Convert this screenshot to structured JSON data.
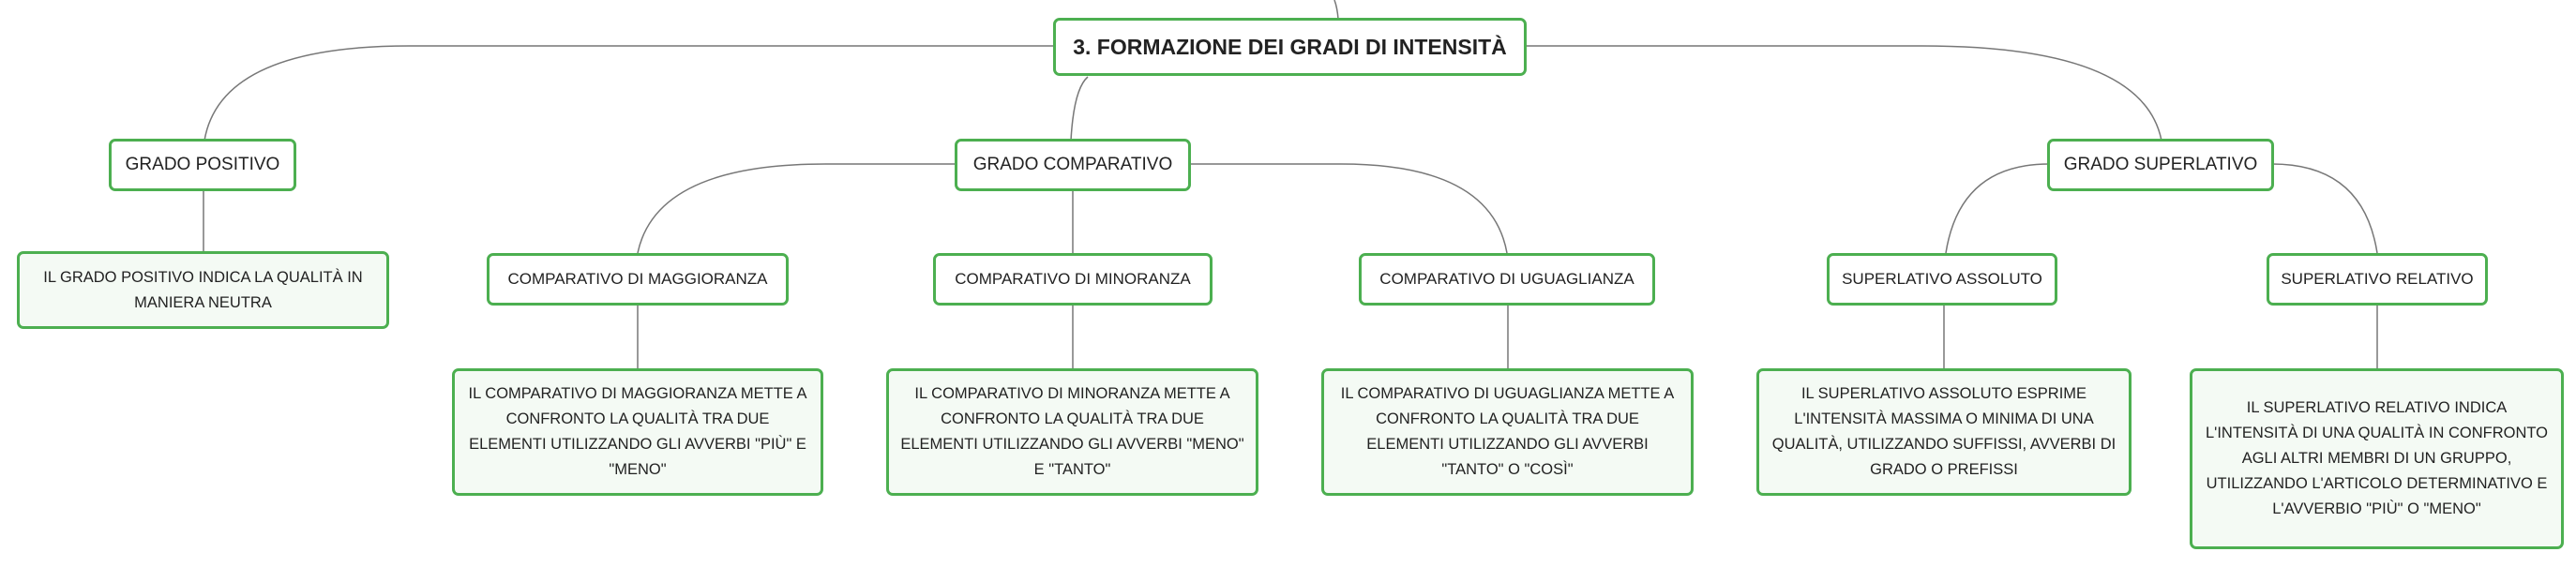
{
  "colors": {
    "border": "#4caf50",
    "leaf_fill": "#f4faf4",
    "line": "#777777",
    "text": "#222222"
  },
  "root": {
    "label": "3. FORMAZIONE DEI GRADI DI INTENSITÀ"
  },
  "grades": [
    {
      "label": "GRADO POSITIVO",
      "description": "IL GRADO POSITIVO INDICA LA QUALITÀ IN MANIERA NEUTRA"
    },
    {
      "label": "GRADO COMPARATIVO",
      "subtypes": [
        {
          "label": "COMPARATIVO DI MAGGIORANZA",
          "description": "IL COMPARATIVO DI MAGGIORANZA METTE A CONFRONTO LA QUALITÀ TRA DUE ELEMENTI UTILIZZANDO GLI AVVERBI \"PIÙ\" E \"MENO\""
        },
        {
          "label": "COMPARATIVO DI MINORANZA",
          "description": "IL COMPARATIVO DI MINORANZA METTE A CONFRONTO LA QUALITÀ TRA DUE ELEMENTI UTILIZZANDO GLI AVVERBI \"MENO\" E \"TANTO\""
        },
        {
          "label": "COMPARATIVO DI UGUAGLIANZA",
          "description": "IL COMPARATIVO DI UGUAGLIANZA METTE A CONFRONTO LA QUALITÀ TRA DUE ELEMENTI UTILIZZANDO GLI AVVERBI \"TANTO\" O \"COSÌ\""
        }
      ]
    },
    {
      "label": "GRADO SUPERLATIVO",
      "subtypes": [
        {
          "label": "SUPERLATIVO ASSOLUTO",
          "description": "IL SUPERLATIVO ASSOLUTO ESPRIME L'INTENSITÀ MASSIMA O MINIMA DI UNA QUALITÀ, UTILIZZANDO SUFFISSI, AVVERBI DI GRADO O PREFISSI"
        },
        {
          "label": "SUPERLATIVO RELATIVO",
          "description": "IL SUPERLATIVO RELATIVO INDICA L'INTENSITÀ DI UNA QUALITÀ IN CONFRONTO AGLI ALTRI MEMBRI DI UN GRUPPO, UTILIZZANDO L'ARTICOLO DETERMINATIVO E L'AVVERBIO \"PIÙ\" O \"MENO\""
        }
      ]
    }
  ]
}
